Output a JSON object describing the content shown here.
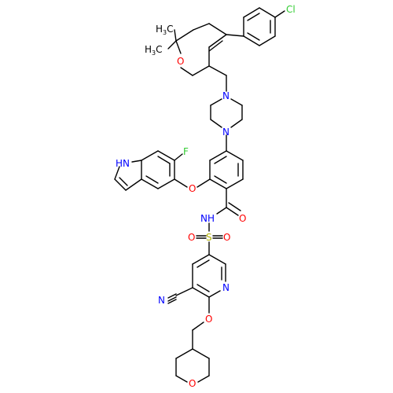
{
  "colors": {
    "bond": "#000000",
    "oxygen": "#ff0000",
    "nitrogen": "#0000ff",
    "sulfur": "#b2b200",
    "fluorine": "#33cc33",
    "chlorine": "#33cc33",
    "carbon": "#000000"
  },
  "labels": {
    "cl": "Cl",
    "ch3_top_c": "H",
    "ch3_top_h": "3",
    "ch3_top_tail": "C",
    "ch3_bot_c": "H",
    "ch3_bot_h": "3",
    "ch3_bot_tail": "C",
    "o_pyran": "O",
    "n_pip_top": "N",
    "n_pip_bot": "N",
    "nh_indole": "HN",
    "f": "F",
    "o_ether": "O",
    "o_amide": "O",
    "nh_amide": "NH",
    "s": "S",
    "o_s_left": "O",
    "o_s_right": "O",
    "n_pyr": "N",
    "n_cyano": "N",
    "o_oxane_link": "O",
    "o_oxane": "O"
  }
}
